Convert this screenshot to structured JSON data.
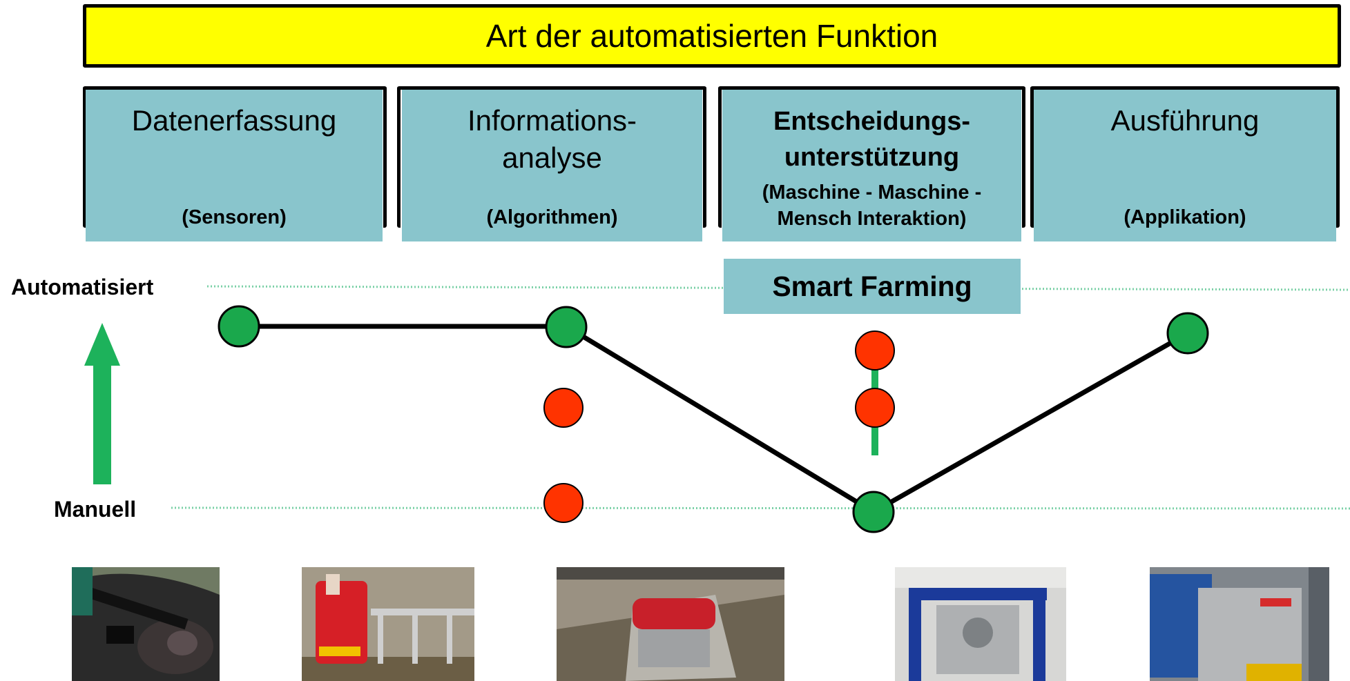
{
  "header": {
    "title": "Art der automatisierten Funktion"
  },
  "columns": [
    {
      "title_lines": [
        "Datenerfassung"
      ],
      "subtitle_lines": [
        "(Sensoren)"
      ]
    },
    {
      "title_lines": [
        "Informations-",
        "analyse"
      ],
      "subtitle_lines": [
        "(Algorithmen)"
      ]
    },
    {
      "title_lines": [
        "Entscheidungs-",
        "unterstützung"
      ],
      "subtitle_lines": [
        "(Maschine - Maschine -",
        "Mensch Interaktion)"
      ]
    },
    {
      "title_lines": [
        "Ausführung"
      ],
      "subtitle_lines": [
        "(Applikation)"
      ]
    }
  ],
  "smart_farming": "Smart Farming",
  "axis": {
    "top_label": "Automatisiert",
    "bottom_label": "Manuell"
  },
  "colors": {
    "header_fill": "#ffff00",
    "box_fill": "#89c5cc",
    "arrow": "#1db25b",
    "green_point": "#1aa84c",
    "red_point": "#ff3300",
    "dotted_line": "#7ad0a6"
  },
  "photos": [
    {
      "icon": "cow-collar-sensor-photo"
    },
    {
      "icon": "feeding-robot-photo"
    },
    {
      "icon": "barn-cleaning-robot-photo"
    },
    {
      "icon": "milking-robot-photo"
    },
    {
      "icon": "feed-mixer-machine-photo"
    }
  ]
}
